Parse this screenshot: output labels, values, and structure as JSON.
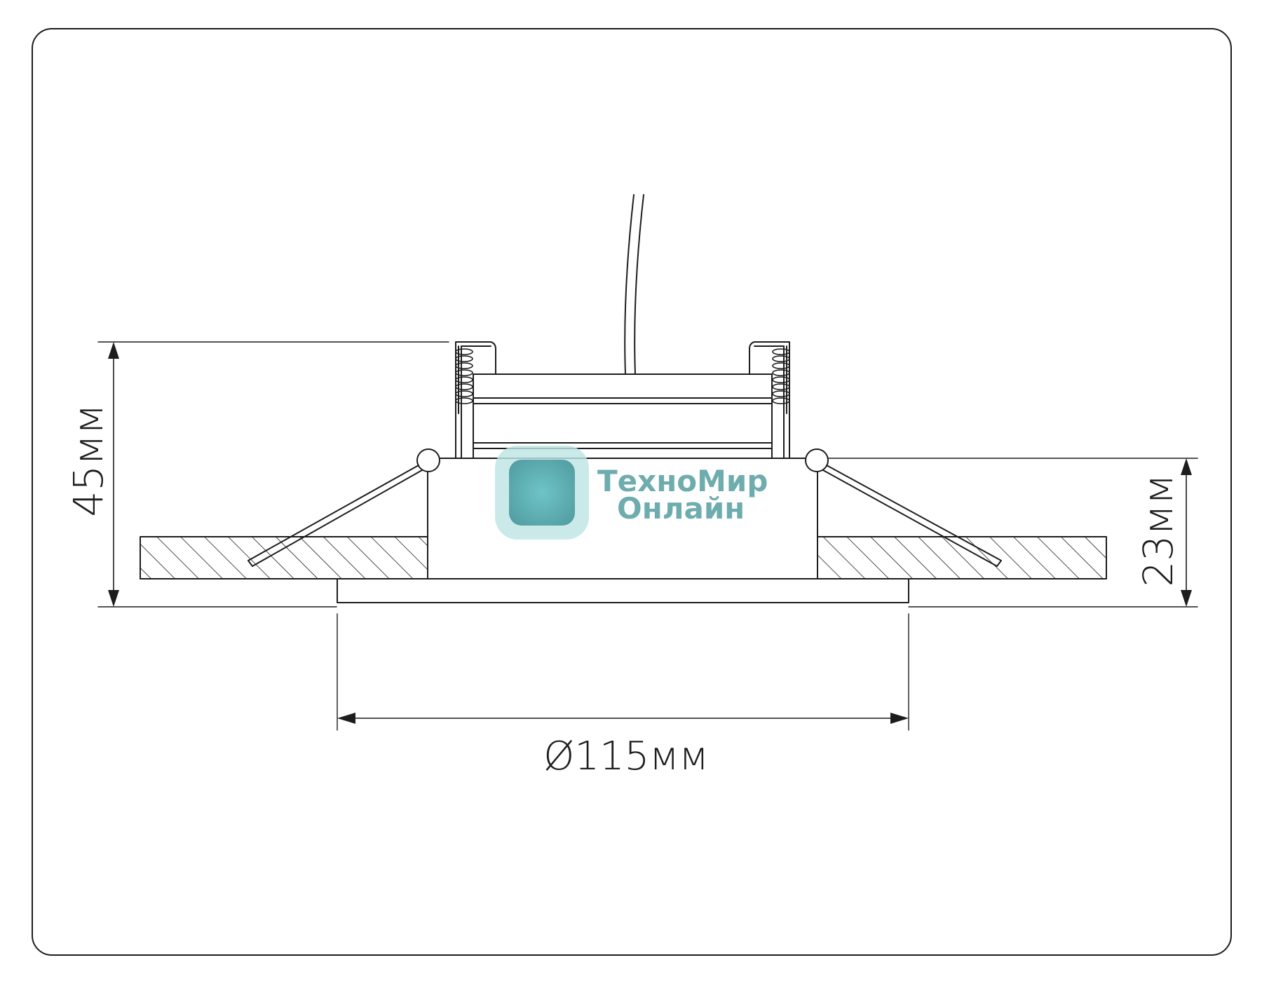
{
  "dimensions": {
    "height_total": "45мм",
    "height_visible": "23мм",
    "diameter": "Ø115мм"
  },
  "watermark": {
    "line1": "ТехноМир",
    "line2": "Онлайн",
    "color": "#4f9a9c"
  },
  "colors": {
    "stroke": "#1d1d1d",
    "background": "#ffffff",
    "watermark_badge": "#4fb6b8"
  }
}
